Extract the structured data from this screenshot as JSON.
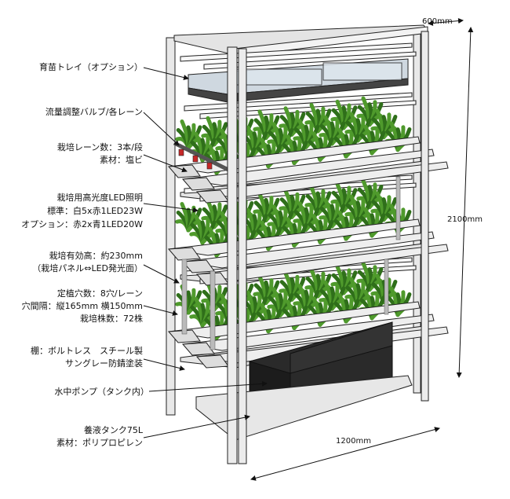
{
  "labels": {
    "seedling_tray": "育苗トレイ（オプション）",
    "flow_valve": "流量調整バルブ/各レーン",
    "lanes_count": "栽培レーン数：3本/段",
    "lanes_material": "素材：塩ビ",
    "led_title": "栽培用高光度LED照明",
    "led_standard": "標準：白5x赤1LED23W",
    "led_option": "オプション：赤2x青1LED20W",
    "effective_height": "栽培有効高：約230mm",
    "effective_height_note": "（栽培パネル⇔LED発光面）",
    "planting_holes": "定植穴数：8穴/レーン",
    "hole_spacing": "穴間隔：縦165mm 横150mm",
    "plant_count": "栽培株数：72株",
    "shelf": "棚：ボルトレス　スチール製",
    "shelf_coating": "サングレー防錆塗装",
    "pump": "水中ポンプ（タンク内）",
    "tank": "養液タンク75L",
    "tank_material": "素材：ポリプロピレン"
  },
  "dimensions": {
    "depth": "600mm",
    "height": "2100mm",
    "width": "1200mm"
  },
  "colors": {
    "frame": "#e8e8e8",
    "outline": "#222222",
    "plant": "#4f9a2c",
    "plant_dark": "#2f6f1a",
    "tank": "#222222",
    "tray": "#cfd8e0"
  }
}
